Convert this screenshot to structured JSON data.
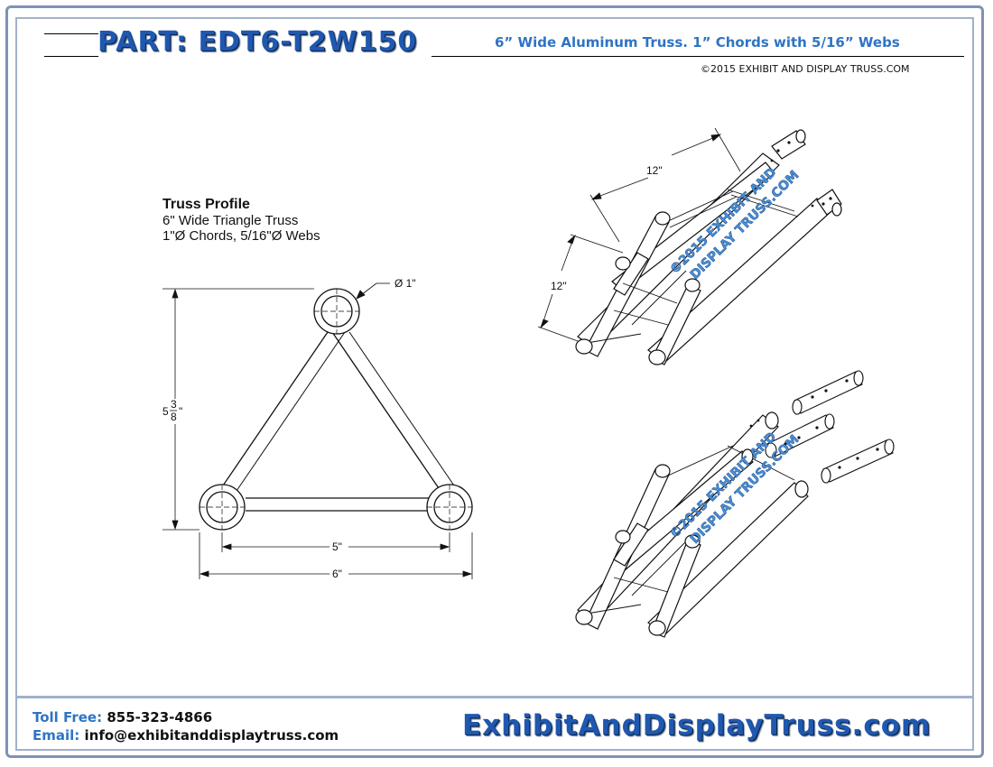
{
  "header": {
    "part_title": "PART: EDT6-T2W150",
    "subtitle": "6” Wide Aluminum Truss. 1” Chords with 5/16” Webs",
    "copyright": "©2015 EXHIBIT AND DISPLAY TRUSS.COM"
  },
  "profile": {
    "title": "Truss  Profile",
    "line1": "6\" Wide Triangle Truss",
    "line2": "1\"Ø Chords, 5/16\"Ø Webs"
  },
  "dimensions": {
    "chord_diameter": "Ø 1\"",
    "height_whole": "5",
    "height_num": "3",
    "height_den": "8",
    "height_unit": "\"",
    "inner_width": "5\"",
    "outer_width": "6\"",
    "iso_length": "12\"",
    "iso_height": "12\""
  },
  "watermark": {
    "line1": "©2015 EXHIBIT AND",
    "line2": "DISPLAY TRUSS.COM"
  },
  "footer": {
    "toll_label": "Toll Free:",
    "toll_value": "855-323-4866",
    "email_label": "Email:",
    "email_value": "info@exhibitanddisplaytruss.com",
    "website": "ExhibitAndDisplayTruss.com"
  },
  "colors": {
    "brand_blue": "#1f58b0",
    "accent_blue": "#2f74c4",
    "frame": "#9fb1cc"
  }
}
